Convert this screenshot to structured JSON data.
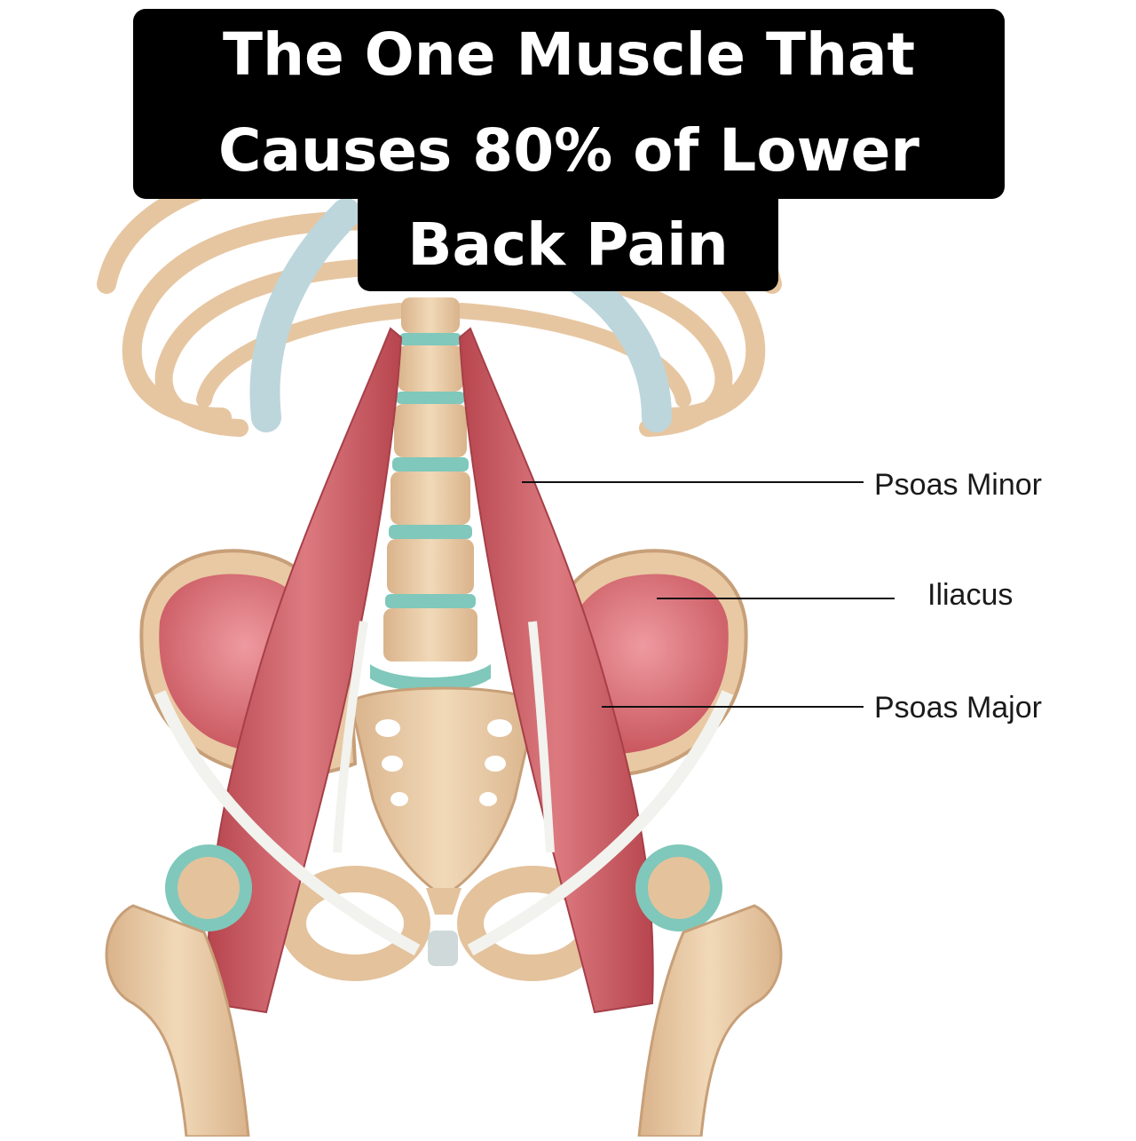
{
  "headline": {
    "line1": "The One Muscle That",
    "line2": "Causes 80% of Lower",
    "line3": "Back Pain"
  },
  "labels": {
    "psoas_minor": "Psoas Minor",
    "iliacus": "Iliacus",
    "psoas_major": "Psoas Major"
  },
  "colors": {
    "bone": "#e8c9a3",
    "bone_shade": "#c79f78",
    "muscle": "#c9575f",
    "muscle_light": "#e79aa0",
    "cartilage": "#bcd6dc",
    "disc": "#7fc8bb",
    "ligament": "#f2f2ee",
    "banner": "#000000",
    "banner_text": "#ffffff"
  }
}
